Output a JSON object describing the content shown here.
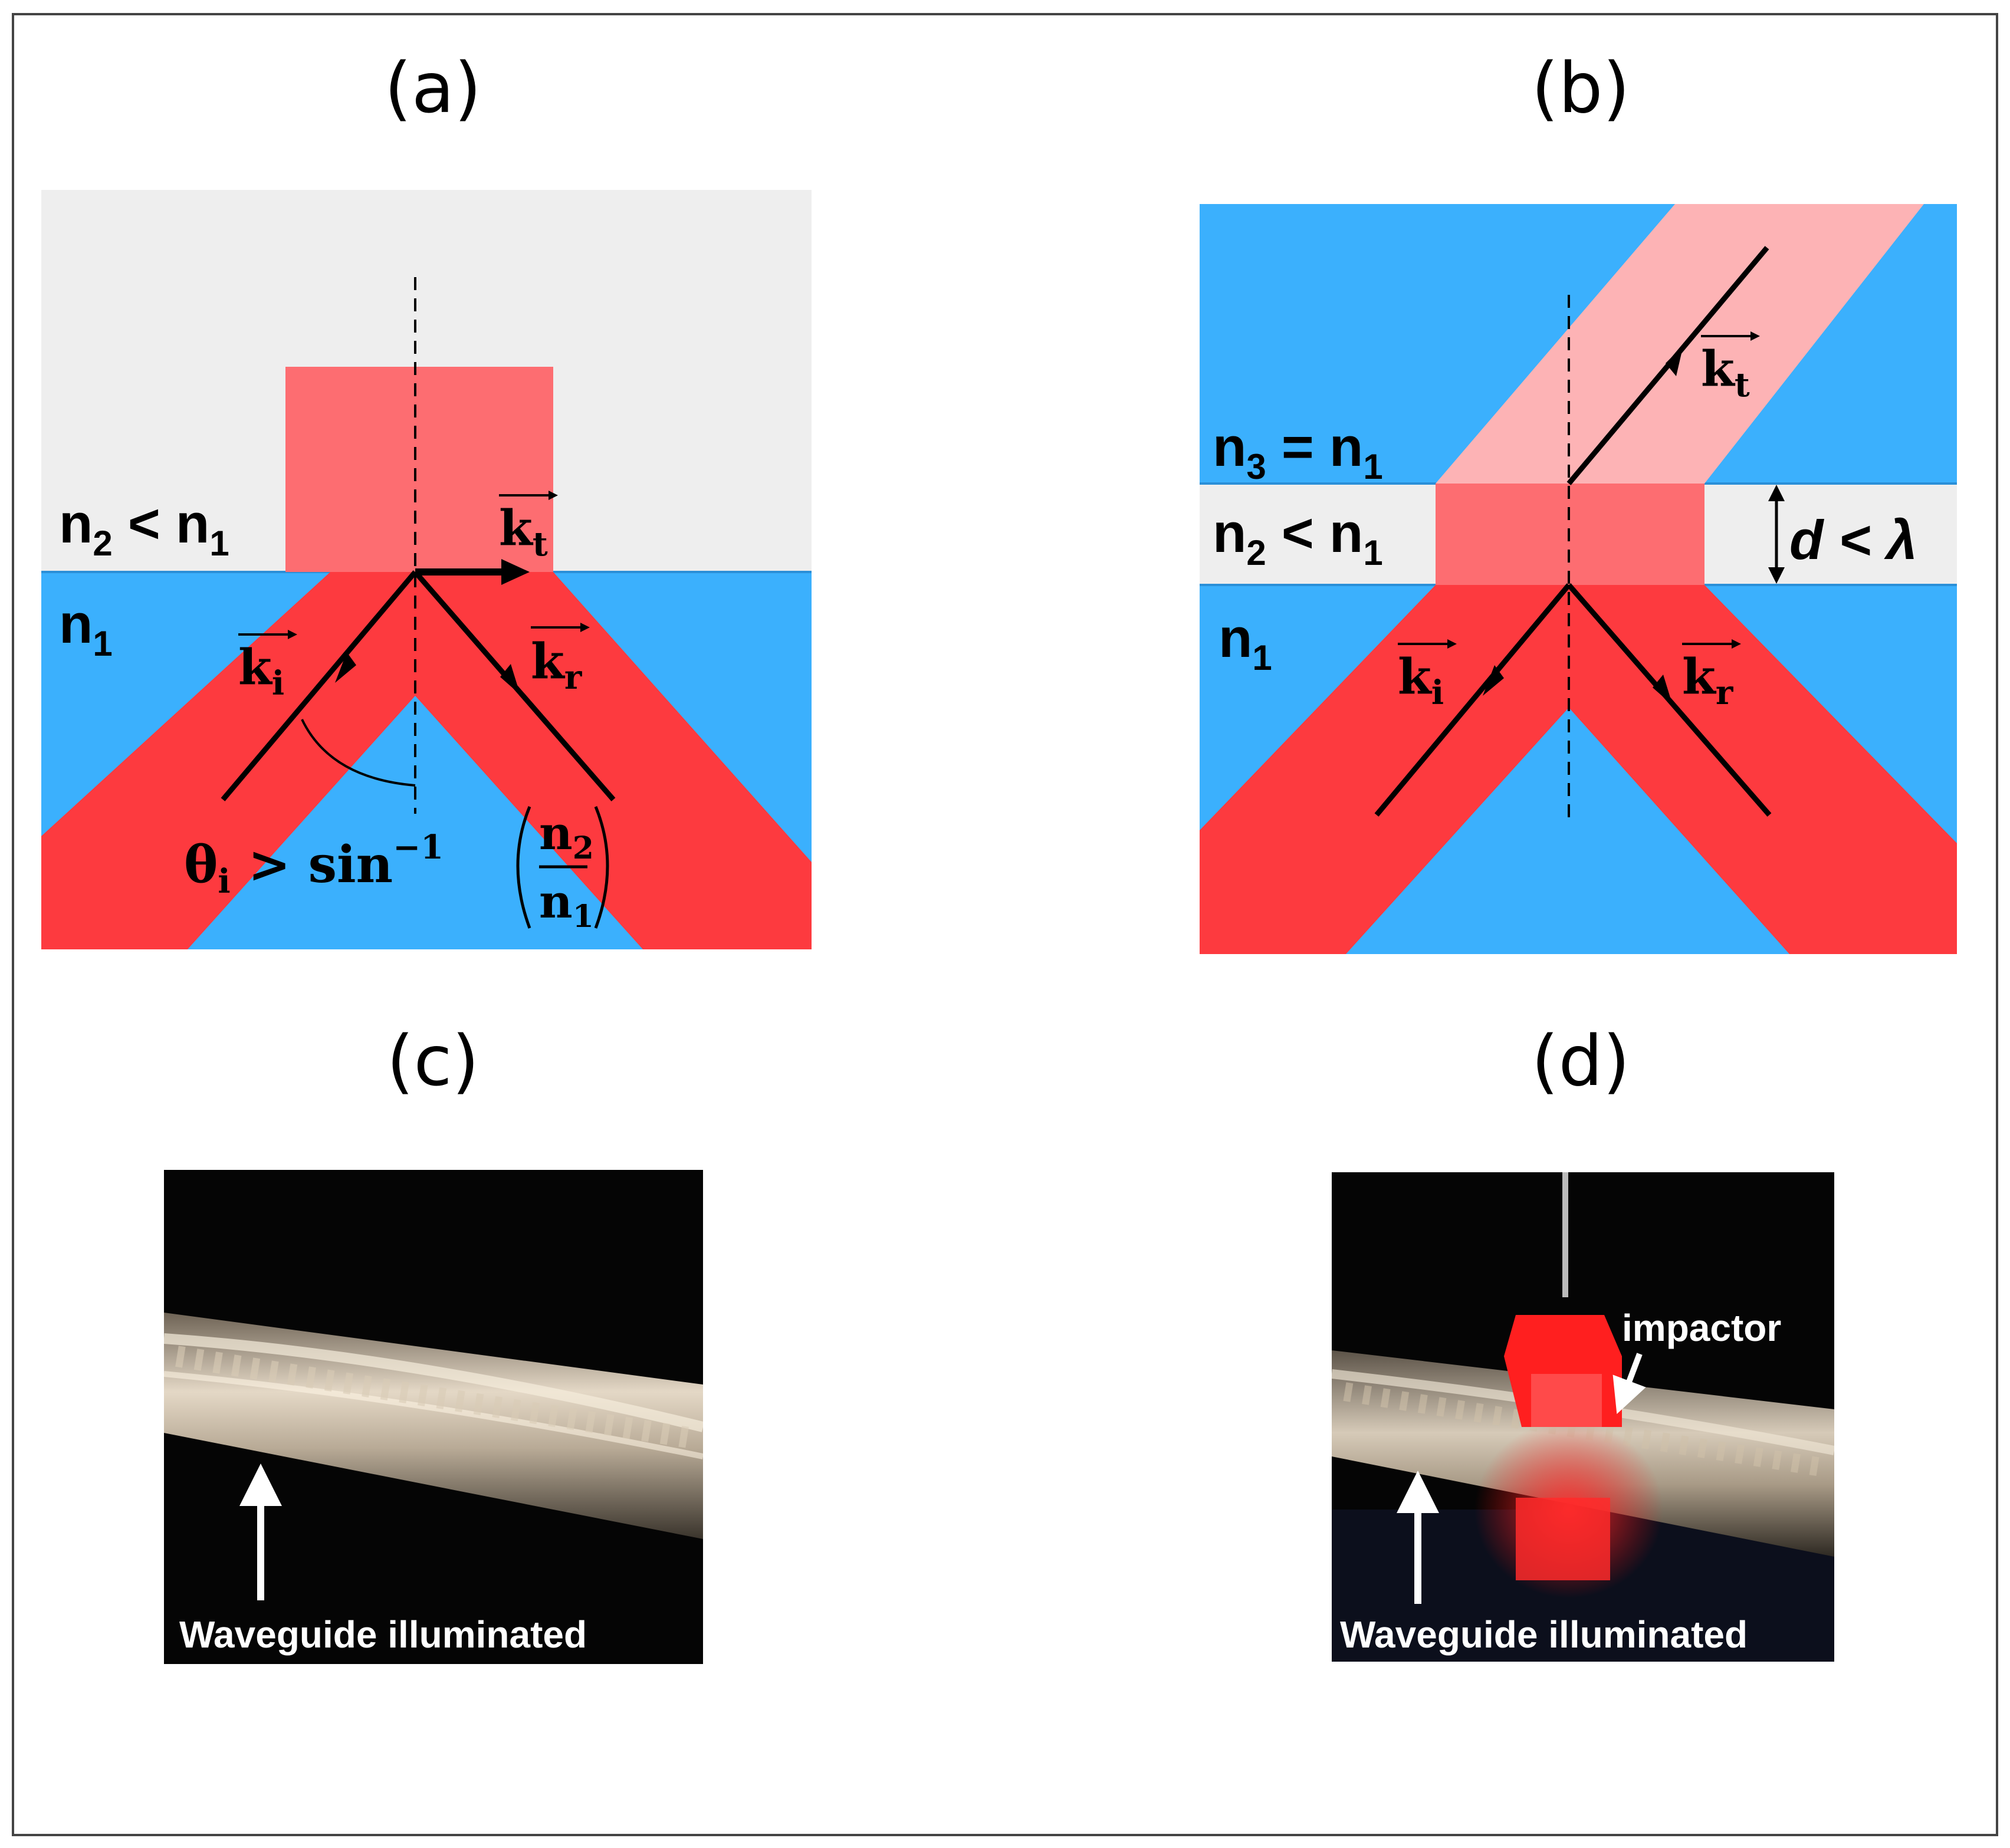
{
  "panels": {
    "a": {
      "label": "(a)",
      "n2": "n",
      "n2_sub": "2",
      "n2_rel": " < n",
      "n2_rel_sub": "1",
      "n1": "n",
      "n1_sub": "1",
      "ki": "k",
      "ki_sub": "i",
      "kr": "k",
      "kr_sub": "r",
      "kt": "k",
      "kt_sub": "t",
      "cond_theta": "θ",
      "cond_theta_sub": "i",
      "cond_rel": " > sin",
      "cond_sup": "−1",
      "cond_num": "n",
      "cond_num_sub": "2",
      "cond_den": "n",
      "cond_den_sub": "1"
    },
    "b": {
      "label": "(b)",
      "n3": "n",
      "n3_sub": "3",
      "n3_rel": " = n",
      "n3_rel_sub": "1",
      "n2": "n",
      "n2_sub": "2",
      "n2_rel": " < n",
      "n2_rel_sub": "1",
      "n1": "n",
      "n1_sub": "1",
      "d_label": "d",
      "d_rel": " < λ",
      "ki": "k",
      "ki_sub": "i",
      "kr": "k",
      "kr_sub": "r",
      "kt": "k",
      "kt_sub": "t"
    },
    "c": {
      "label": "(c)",
      "caption": "Waveguide illuminated"
    },
    "d": {
      "label": "(d)",
      "caption": "Waveguide illuminated",
      "impactor": "impactor"
    }
  },
  "colors": {
    "blue": "#3bb0fd",
    "red": "#fd3a3f",
    "pink_mid": "#fd6d71",
    "pink_light": "#fdb3b5",
    "gray": "#eeeeee"
  }
}
